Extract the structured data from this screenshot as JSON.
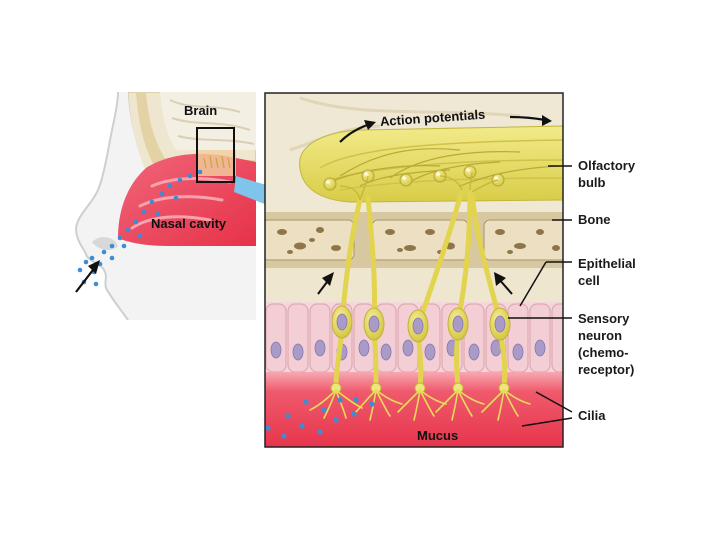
{
  "labels": {
    "brain": "Brain",
    "nasal_cavity": "Nasal cavity",
    "action_potentials": "Action potentials",
    "olfactory_bulb_1": "Olfactory",
    "olfactory_bulb_2": "bulb",
    "bone": "Bone",
    "epithelial_cell_1": "Epithelial",
    "epithelial_cell_2": "cell",
    "sensory_neuron_1": "Sensory",
    "sensory_neuron_2": "neuron",
    "sensory_neuron_3": "(chemo-",
    "sensory_neuron_4": "receptor)",
    "cilia": "Cilia",
    "mucus": "Mucus"
  },
  "colors": {
    "bulb": "#e8df6a",
    "neuron": "#e9dc58",
    "bone": "#eadcc0",
    "epithelium": "#f1c9cf",
    "nucleus": "#a99ac7",
    "mucus": "#e7334b",
    "odor_dot": "#3b8ed6",
    "callout_arrow": "#7fc4ea"
  }
}
